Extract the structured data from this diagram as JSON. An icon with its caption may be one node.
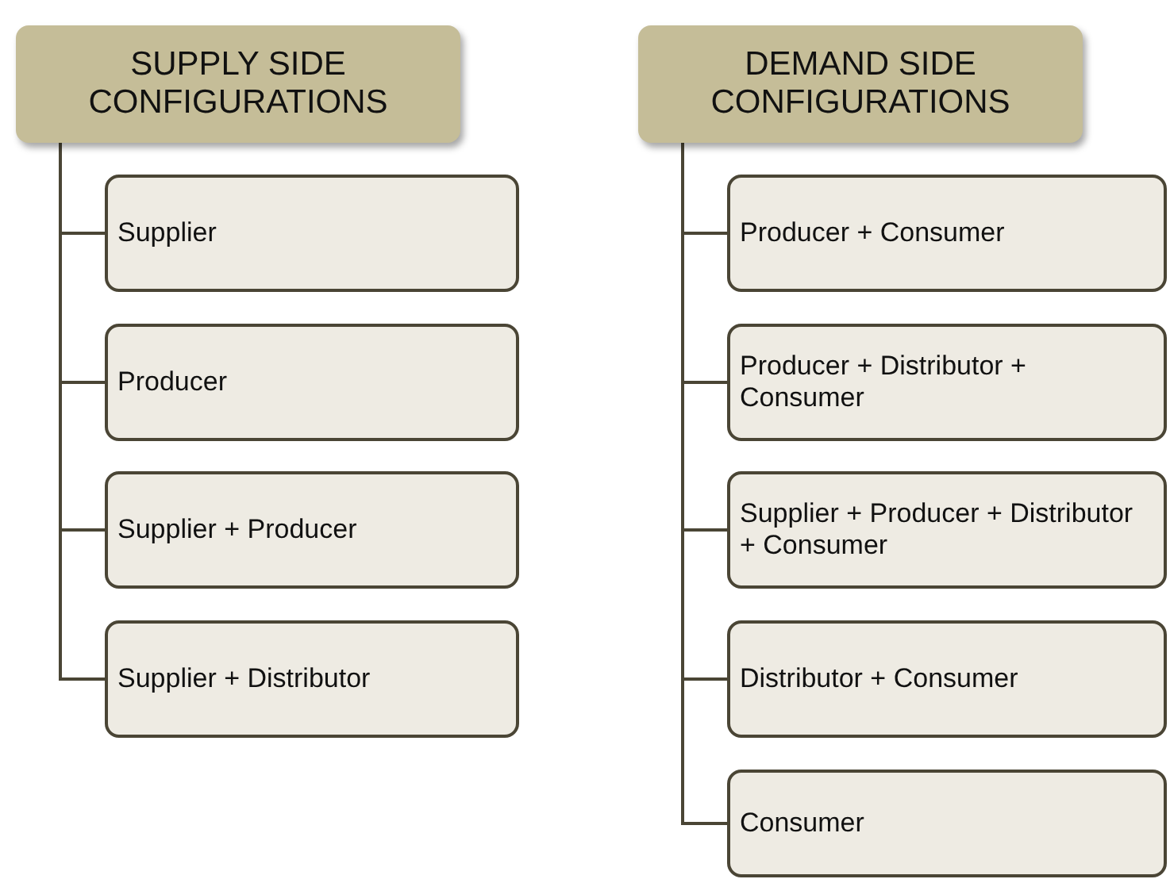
{
  "diagram": {
    "nodes": [
      {
        "text": [
          "SUPPLY SIDE CONFIGURATIONS"
        ]
      },
      {
        "text": [
          "Supplier"
        ]
      },
      {
        "text": [
          "Producer"
        ]
      },
      {
        "text": [
          "Supplier + Producer"
        ]
      },
      {
        "text": [
          "Supplier + Distributor"
        ]
      },
      {
        "text": [
          "DEMAND SIDE CONFIGURATIONS"
        ]
      },
      {
        "text": [
          "Producer + Consumer"
        ]
      },
      {
        "text": [
          "Producer + Distributor + Consumer"
        ]
      },
      {
        "text": [
          "Supplier + Producer + Distributor + Consumer"
        ]
      },
      {
        "text": [
          "Distributor + Consumer"
        ]
      },
      {
        "text": [
          "Consumer"
        ]
      }
    ],
    "edges": [
      {
        "from": 0,
        "to": 1,
        "arrow": "none"
      },
      {
        "from": 0,
        "to": 2,
        "arrow": "none"
      },
      {
        "from": 0,
        "to": 3,
        "arrow": "none"
      },
      {
        "from": 0,
        "to": 4,
        "arrow": "none"
      },
      {
        "from": 5,
        "to": 6,
        "arrow": "none"
      },
      {
        "from": 5,
        "to": 7,
        "arrow": "none"
      },
      {
        "from": 5,
        "to": 8,
        "arrow": "none"
      },
      {
        "from": 5,
        "to": 9,
        "arrow": "none"
      },
      {
        "from": 5,
        "to": 10,
        "arrow": "none"
      }
    ]
  }
}
